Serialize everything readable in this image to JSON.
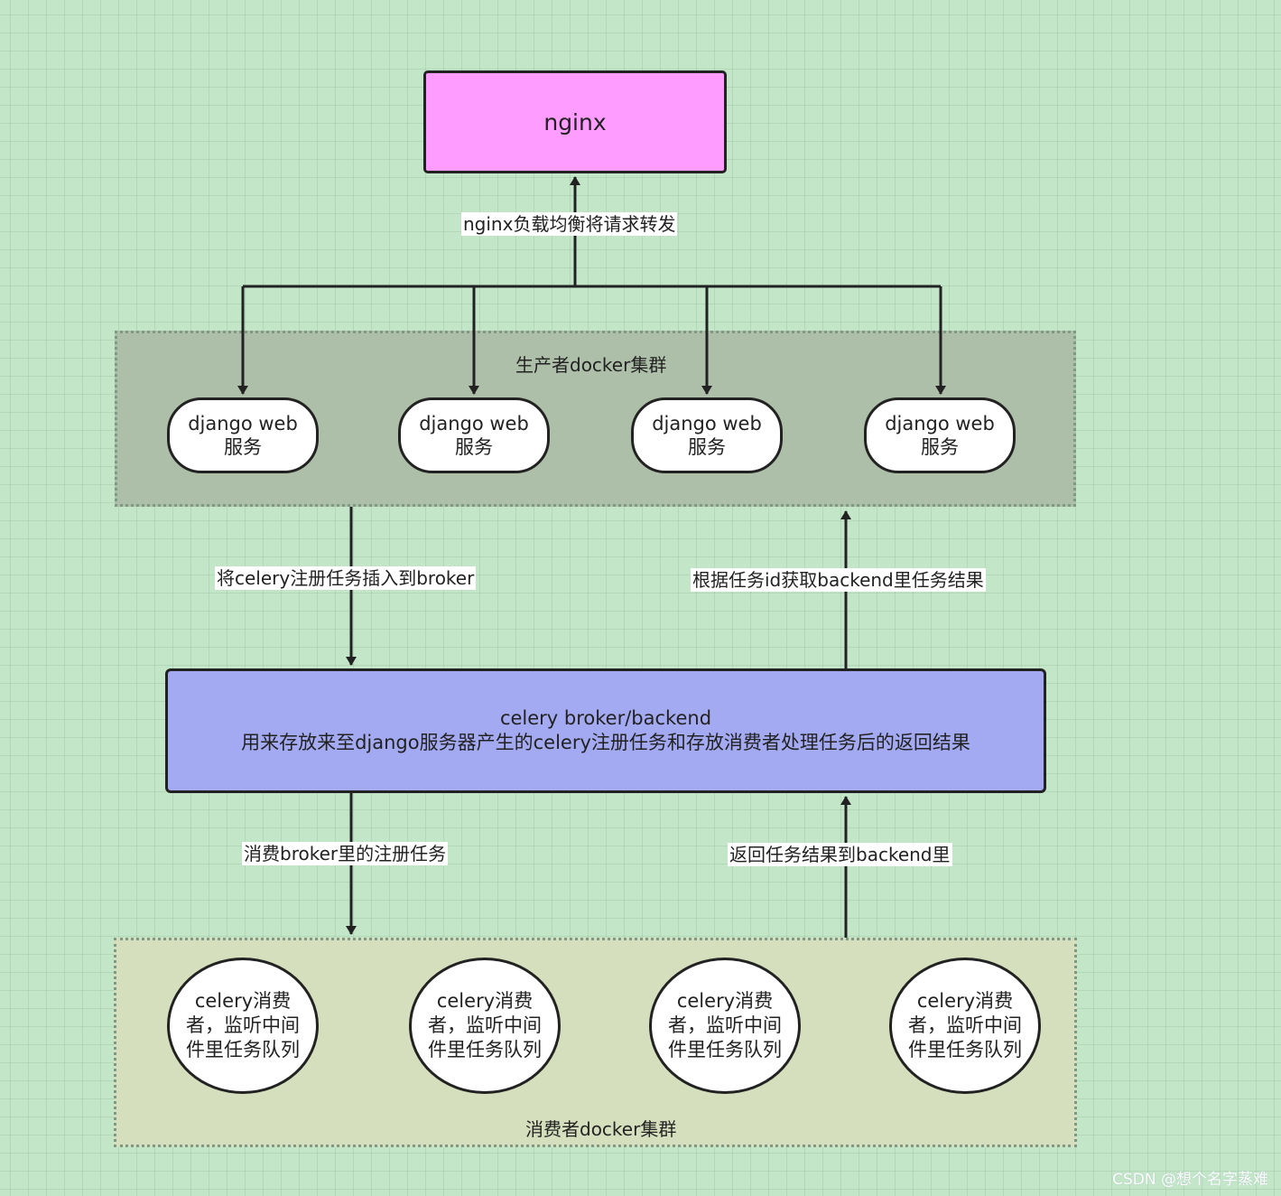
{
  "nginx": {
    "label": "nginx"
  },
  "producer_cluster": {
    "label": "生产者docker集群",
    "services": [
      {
        "line1": "django  web",
        "line2": "服务"
      },
      {
        "line1": "django  web",
        "line2": "服务"
      },
      {
        "line1": "django  web",
        "line2": "服务"
      },
      {
        "line1": "django  web",
        "line2": "服务"
      }
    ]
  },
  "broker": {
    "title": "celery broker/backend",
    "description": "用来存放来至django服务器产生的celery注册任务和存放消费者处理任务后的返回结果"
  },
  "consumer_cluster": {
    "label": "消费者docker集群",
    "consumers": [
      {
        "line1": "celery消费",
        "line2": "者，监听中间",
        "line3": "件里任务队列"
      },
      {
        "line1": "celery消费",
        "line2": "者，监听中间",
        "line3": "件里任务队列"
      },
      {
        "line1": "celery消费",
        "line2": "者，监听中间",
        "line3": "件里任务队列"
      },
      {
        "line1": "celery消费",
        "line2": "者，监听中间",
        "line3": "件里任务队列"
      }
    ]
  },
  "edges": {
    "nginx_forward": "nginx负载均衡将请求转发",
    "insert_to_broker": "将celery注册任务插入到broker",
    "fetch_result": "根据任务id获取backend里任务结果",
    "consume_tasks": "消费broker里的注册任务",
    "return_result": "返回任务结果到backend里"
  },
  "watermark": "CSDN @想个名字蒸难",
  "colors": {
    "background": "#c3e6c8",
    "nginx_fill": "#ff9cff",
    "broker_fill": "#a3aaf1",
    "producer_cluster_fill": "#aebfa9",
    "consumer_cluster_fill": "#d6dfbd",
    "line": "#222222"
  }
}
